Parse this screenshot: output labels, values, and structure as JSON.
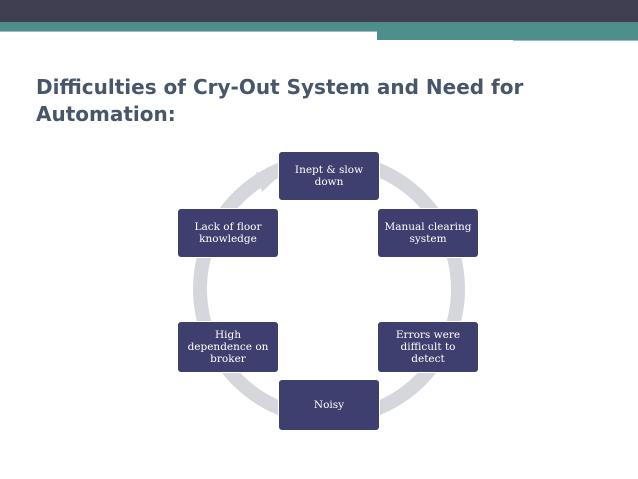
{
  "slide": {
    "title": "Difficulties of Cry-Out System and Need for Automation:"
  },
  "cycle": {
    "nodes": [
      {
        "label": "Inept & slow down"
      },
      {
        "label": "Manual clearing system"
      },
      {
        "label": "Errors were difficult to detect"
      },
      {
        "label": "Noisy"
      },
      {
        "label": "High dependence on broker"
      },
      {
        "label": "Lack of floor knowledge"
      }
    ],
    "colors": {
      "node_fill": "#3f3f6f",
      "ring": "#d6d7dd",
      "header_dark": "#3f3f51",
      "header_accent": "#4e8f8c",
      "title_text": "#48566a"
    }
  }
}
